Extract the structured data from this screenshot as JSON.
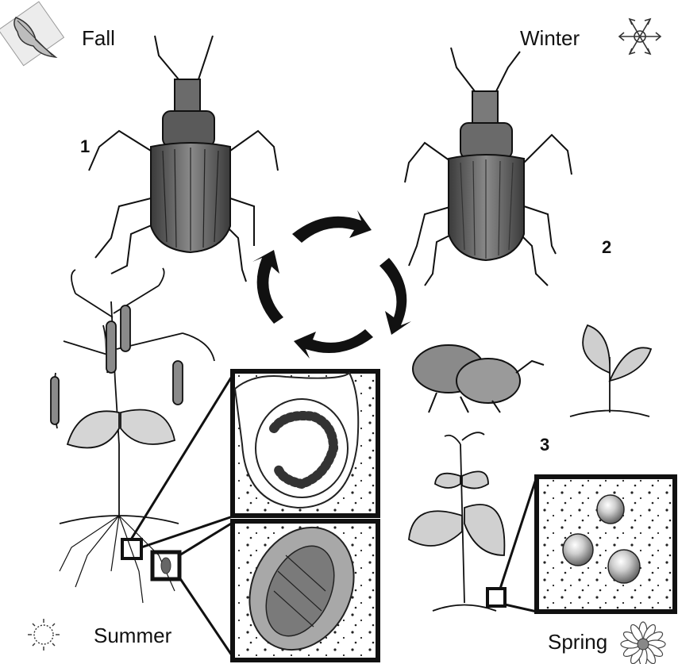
{
  "seasons": {
    "fall": "Fall",
    "winter": "Winter",
    "spring": "Spring",
    "summer": "Summer"
  },
  "stage_numbers": {
    "one": "1",
    "two": "2",
    "three": "3"
  },
  "icons": {
    "fall": "oak-leaf-icon",
    "winter": "snowflake-icon",
    "spring": "daisy-flower-icon",
    "summer": "sun-ring-icon"
  },
  "colors": {
    "ink": "#111111",
    "beetle_body": "#6b6b6b",
    "insert_gray": "#a8a8a8",
    "leaf_fill": "#d8d8d8"
  }
}
